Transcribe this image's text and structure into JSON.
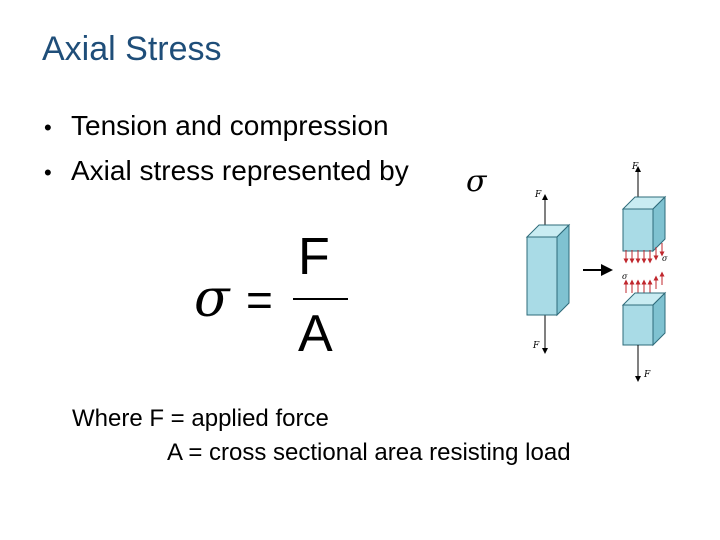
{
  "slide": {
    "title": "Axial Stress",
    "bullets": [
      "Tension and compression",
      "Axial stress represented by"
    ],
    "bullet_symbol": "•",
    "inline_symbol": "σ",
    "formula": {
      "symbol": "σ",
      "equals": "=",
      "numerator": "F",
      "denominator": "A"
    },
    "diagram": {
      "labels": [
        "F",
        "F",
        "F",
        "F",
        "σ",
        "σ"
      ]
    },
    "definitions": [
      "Where F = applied force",
      "A = cross sectional area resisting load"
    ],
    "colors": {
      "title": "#1f4e79",
      "block_face": "#a9dbe6",
      "block_edge": "#2e6b7a",
      "stress_arrows": "#c0272d"
    }
  }
}
